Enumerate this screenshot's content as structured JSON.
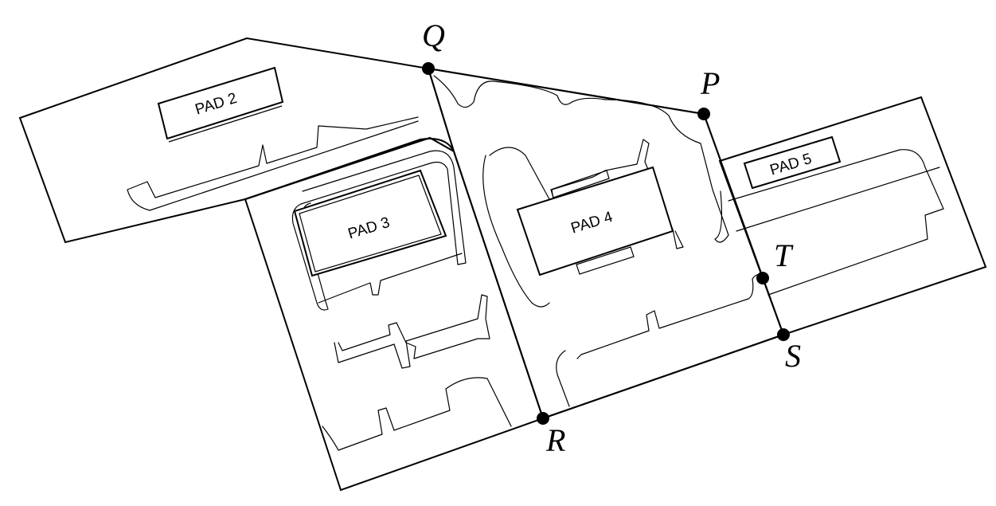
{
  "pads": {
    "pad2": "PAD 2",
    "pad3": "PAD 3",
    "pad4": "PAD 4",
    "pad5": "PAD 5"
  },
  "points": {
    "q": "Q",
    "p": "P",
    "t": "T",
    "s": "S",
    "r": "R"
  }
}
